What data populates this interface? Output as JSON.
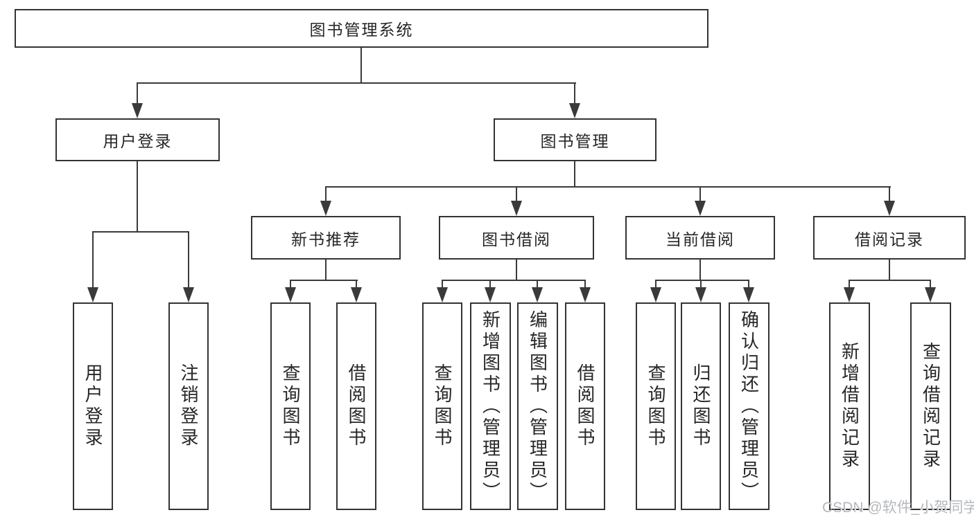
{
  "tree": {
    "label": "图书管理系统",
    "children": [
      {
        "label": "用户登录",
        "children": [
          {
            "label": "用户登录"
          },
          {
            "label": "注销登录"
          }
        ]
      },
      {
        "label": "图书管理",
        "children": [
          {
            "label": "新书推荐",
            "children": [
              {
                "label": "查询图书"
              },
              {
                "label": "借阅图书"
              }
            ]
          },
          {
            "label": "图书借阅",
            "children": [
              {
                "label": "查询图书"
              },
              {
                "label": "新增图书（管理员）"
              },
              {
                "label": "编辑图书（管理员）"
              },
              {
                "label": "借阅图书"
              }
            ]
          },
          {
            "label": "当前借阅",
            "children": [
              {
                "label": "查询图书"
              },
              {
                "label": "归还图书"
              },
              {
                "label": "确认归还（管理员）"
              }
            ]
          },
          {
            "label": "借阅记录",
            "children": [
              {
                "label": "新增借阅记录"
              },
              {
                "label": "查询借阅记录"
              }
            ]
          }
        ]
      }
    ]
  },
  "watermark": "CSDN @软件_小贺同学",
  "colors": {
    "line": "#3a3a3a",
    "box_border": "#333333",
    "text": "#262626",
    "watermark": "#b5b8bc",
    "background": "#ffffff"
  }
}
